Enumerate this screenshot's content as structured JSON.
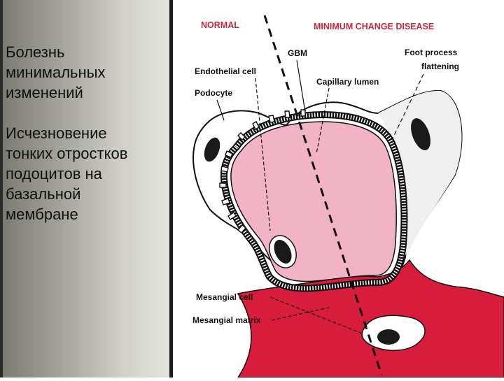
{
  "slide": {
    "title_lines": [
      "Болезнь",
      "минимальных",
      "изменений"
    ],
    "body_lines": [
      "Исчезновение",
      "тонких отростков",
      "подоцитов на",
      "базальной",
      "мембране"
    ]
  },
  "figure": {
    "header_normal": "NORMAL",
    "header_disease": "MINIMUM CHANGE DISEASE",
    "labels": {
      "gbm": "GBM",
      "foot_process_1": "Foot process",
      "foot_process_2": "flattening",
      "endothelial": "Endothelial cell",
      "capillary": "Capillary lumen",
      "podocyte": "Podocyte",
      "mesangial_cell": "Mesangial cell",
      "mesangial_matrix": "Mesangial matrix"
    },
    "colors": {
      "header_red": "#c8283c",
      "lumen_pink": "#f2b3c6",
      "matrix_red": "#d81c3c",
      "ink": "#111111"
    }
  }
}
